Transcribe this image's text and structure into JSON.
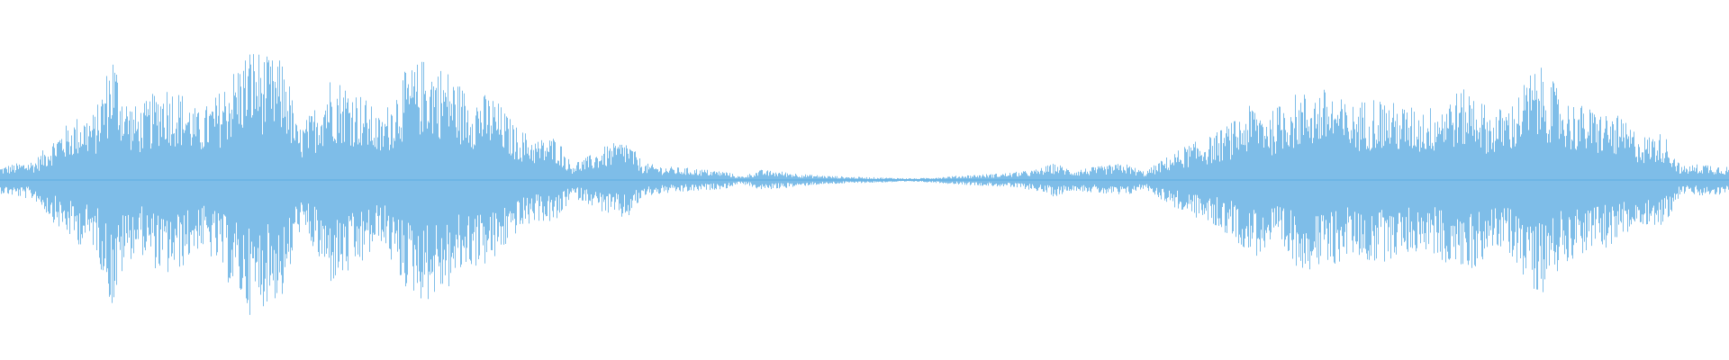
{
  "waveform": {
    "color": "#5dade2",
    "background": "#ffffff",
    "amplitude_envelope": [
      [
        0.0,
        0.08
      ],
      [
        0.02,
        0.12
      ],
      [
        0.035,
        0.3
      ],
      [
        0.045,
        0.38
      ],
      [
        0.055,
        0.4
      ],
      [
        0.065,
        0.78
      ],
      [
        0.072,
        0.5
      ],
      [
        0.08,
        0.42
      ],
      [
        0.095,
        0.58
      ],
      [
        0.105,
        0.52
      ],
      [
        0.115,
        0.4
      ],
      [
        0.125,
        0.5
      ],
      [
        0.135,
        0.66
      ],
      [
        0.145,
        0.8
      ],
      [
        0.155,
        0.72
      ],
      [
        0.165,
        0.7
      ],
      [
        0.172,
        0.3
      ],
      [
        0.18,
        0.4
      ],
      [
        0.19,
        0.62
      ],
      [
        0.2,
        0.58
      ],
      [
        0.21,
        0.5
      ],
      [
        0.22,
        0.36
      ],
      [
        0.232,
        0.62
      ],
      [
        0.245,
        0.72
      ],
      [
        0.258,
        0.66
      ],
      [
        0.27,
        0.52
      ],
      [
        0.285,
        0.5
      ],
      [
        0.298,
        0.32
      ],
      [
        0.31,
        0.24
      ],
      [
        0.322,
        0.26
      ],
      [
        0.33,
        0.1
      ],
      [
        0.34,
        0.14
      ],
      [
        0.35,
        0.2
      ],
      [
        0.362,
        0.24
      ],
      [
        0.372,
        0.1
      ],
      [
        0.385,
        0.08
      ],
      [
        0.4,
        0.07
      ],
      [
        0.42,
        0.05
      ],
      [
        0.428,
        0.02
      ],
      [
        0.44,
        0.06
      ],
      [
        0.452,
        0.05
      ],
      [
        0.47,
        0.03
      ],
      [
        0.49,
        0.02
      ],
      [
        0.51,
        0.015
      ],
      [
        0.53,
        0.01
      ],
      [
        0.545,
        0.02
      ],
      [
        0.56,
        0.03
      ],
      [
        0.58,
        0.04
      ],
      [
        0.598,
        0.06
      ],
      [
        0.61,
        0.1
      ],
      [
        0.62,
        0.06
      ],
      [
        0.635,
        0.08
      ],
      [
        0.65,
        0.1
      ],
      [
        0.662,
        0.05
      ],
      [
        0.672,
        0.12
      ],
      [
        0.685,
        0.2
      ],
      [
        0.7,
        0.26
      ],
      [
        0.715,
        0.36
      ],
      [
        0.725,
        0.46
      ],
      [
        0.735,
        0.4
      ],
      [
        0.745,
        0.5
      ],
      [
        0.755,
        0.52
      ],
      [
        0.768,
        0.54
      ],
      [
        0.78,
        0.44
      ],
      [
        0.795,
        0.5
      ],
      [
        0.81,
        0.44
      ],
      [
        0.825,
        0.42
      ],
      [
        0.84,
        0.52
      ],
      [
        0.852,
        0.54
      ],
      [
        0.862,
        0.4
      ],
      [
        0.875,
        0.46
      ],
      [
        0.885,
        0.64
      ],
      [
        0.892,
        0.66
      ],
      [
        0.905,
        0.48
      ],
      [
        0.92,
        0.42
      ],
      [
        0.935,
        0.38
      ],
      [
        0.95,
        0.26
      ],
      [
        0.962,
        0.28
      ],
      [
        0.972,
        0.08
      ],
      [
        0.985,
        0.1
      ],
      [
        1.0,
        0.08
      ]
    ]
  }
}
